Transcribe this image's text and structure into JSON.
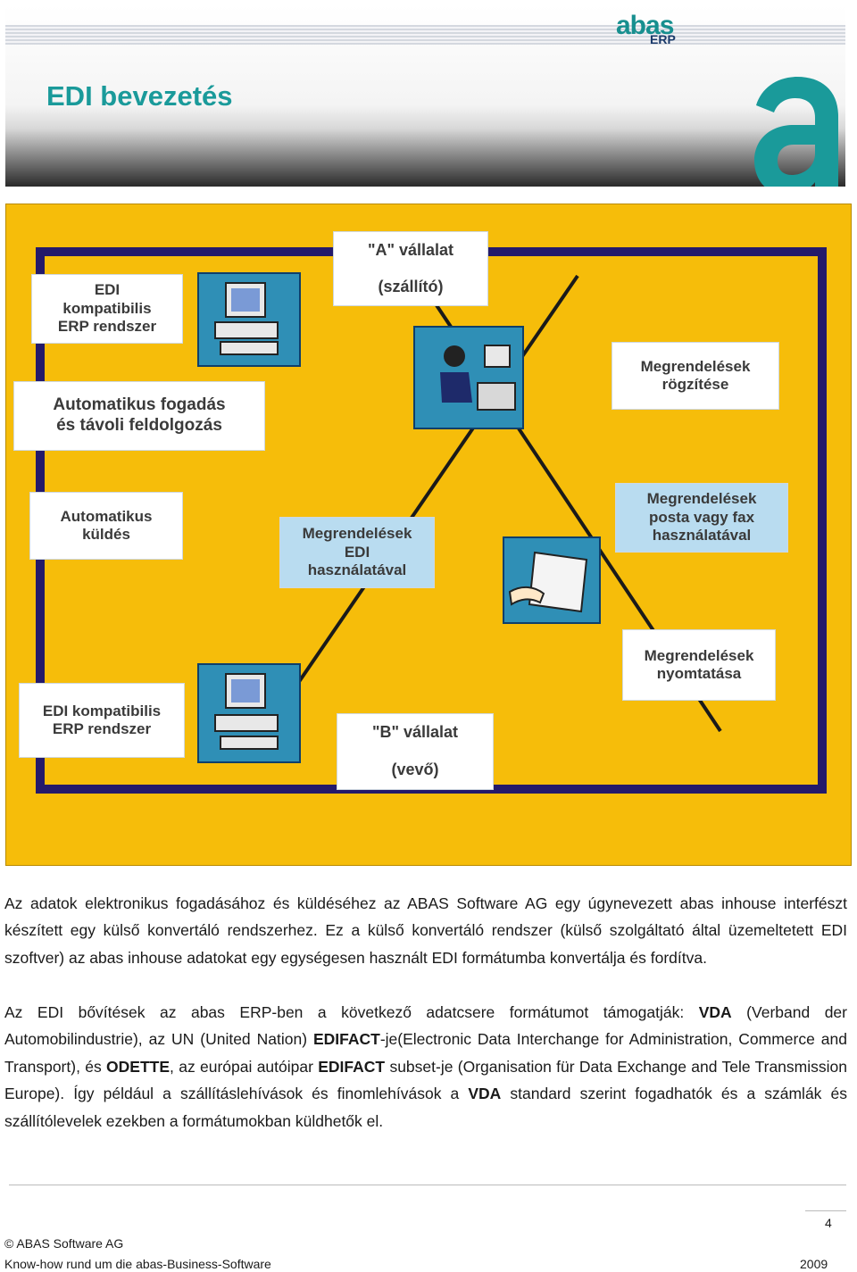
{
  "header": {
    "title": "EDI bevezetés",
    "logo_text": "abas",
    "logo_sub": "ERP"
  },
  "diagram": {
    "company_a_line1": "\"A\" vállalat",
    "company_a_line2": "(szállító)",
    "company_b_line1": "\"B\" vállalat",
    "company_b_line2": "(vevő)",
    "edi_erp_top": "EDI\nkompatibilis\nERP rendszer",
    "auto_receive": "Automatikus fogadás\nés távoli feldolgozás",
    "auto_send": "Automatikus\nküldés",
    "orders_edi": "Megrendelések\nEDI\nhasználatával",
    "orders_record": "Megrendelések\nrögzítése",
    "orders_post_fax": "Megrendelések\nposta vagy fax\nhasználatával",
    "orders_print": "Megrendelések\nnyomtatása",
    "edi_erp_bottom": "EDI kompatibilis\nERP rendszer",
    "colors": {
      "background": "#f6bd0a",
      "frame": "#241a6a",
      "picture": "#2f8fb6"
    }
  },
  "text": {
    "p1": "Az adatok elektronikus fogadásához és küldéséhez az ABAS Software AG egy úgynevezett abas inhouse interfészt készített egy külső konvertáló rendszerhez. Ez a külső konvertáló rendszer (külső szolgáltató által üzemeltetett EDI szoftver) az abas inhouse adatokat egy egységesen használt EDI formátumba konvertálja és fordítva.",
    "p2_a": "Az EDI bővítések az abas ERP-ben a következő adatcsere formátumot támogatják: ",
    "vda": "VDA",
    "p2_b": " (Verband der Automobilindustrie), az UN (United Nation) ",
    "edifact_je": "EDIFACT",
    "p2_c": "-je(Electronic Data Interchange for Administration, Commerce and Transport), és ",
    "odette": "ODETTE",
    "p2_d": ", az európai autóipar ",
    "edifact": "EDIFACT",
    "p2_e": " subset-je (Organisation für Data Exchange and Tele Transmission Europe). Így például a szállításlehívások és finomlehívások a ",
    "vda2": "VDA",
    "p2_f": " standard szerint fogadhatók és a számlák és szállítólevelek ezekben a formátumokban küldhetők el."
  },
  "footer": {
    "page_number": "4",
    "copyright": "© ABAS Software AG",
    "subtitle": "Know-how rund um die abas-Business-Software",
    "year": "2009"
  }
}
